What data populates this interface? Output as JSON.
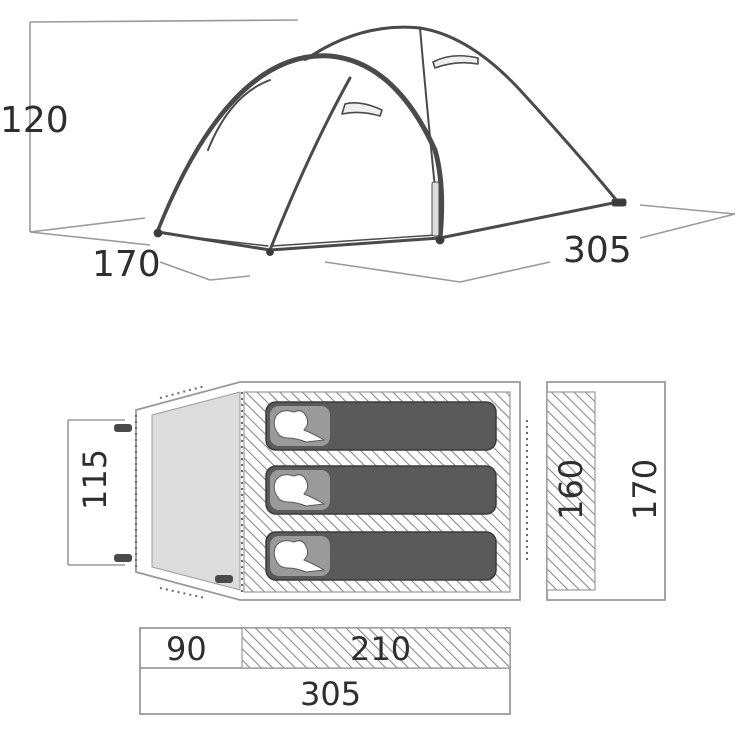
{
  "diagram": {
    "side_view": {
      "height_label": "120",
      "width_label": "170",
      "length_label": "305"
    },
    "floor_plan": {
      "vestibule_width_label": "115",
      "inner_width_label": "160",
      "outer_width_label": "170",
      "vestibule_length_label": "90",
      "inner_length_label": "210",
      "total_length_label": "305",
      "sleeping_places": 3
    }
  }
}
